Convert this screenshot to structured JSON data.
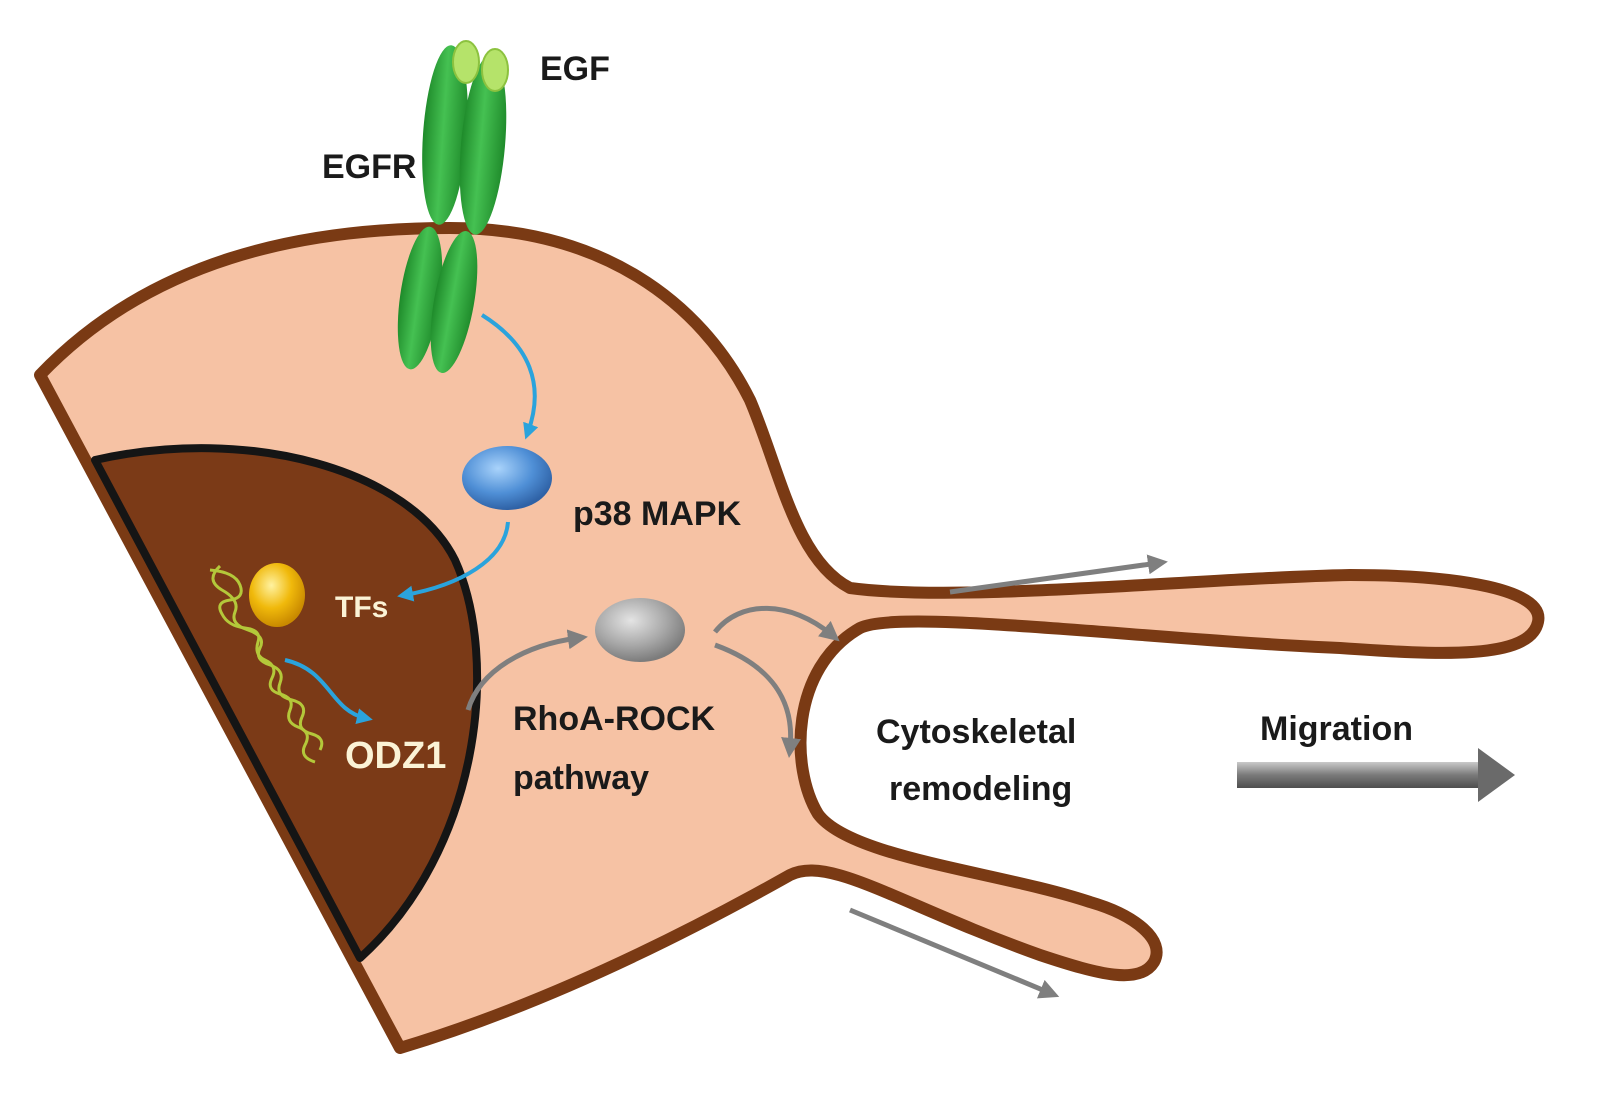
{
  "labels": {
    "egf": "EGF",
    "egfr": "EGFR",
    "p38": "p38 MAPK",
    "tfs": "TFs",
    "odz1": "ODZ1",
    "rhoa_line1": "RhoA-ROCK",
    "rhoa_line2": "pathway",
    "cyto_line1": "Cytoskeletal",
    "cyto_line2": "remodeling",
    "migration": "Migration"
  },
  "colors": {
    "cytoplasm": "#f6c2a4",
    "membrane": "#7a3a14",
    "nucleus": "#7b3a17",
    "nucleus_border": "#151515",
    "receptor": "#2fae3a",
    "ligand": "#b5e36a",
    "signal_arrow": "#2aa3dc",
    "gray_arrow": "#7f7f7f",
    "p38": "#4f8fd6",
    "rhoa_node": "#a8a8a8",
    "tf": "#f0b90b",
    "dna": "#b4c83a"
  }
}
